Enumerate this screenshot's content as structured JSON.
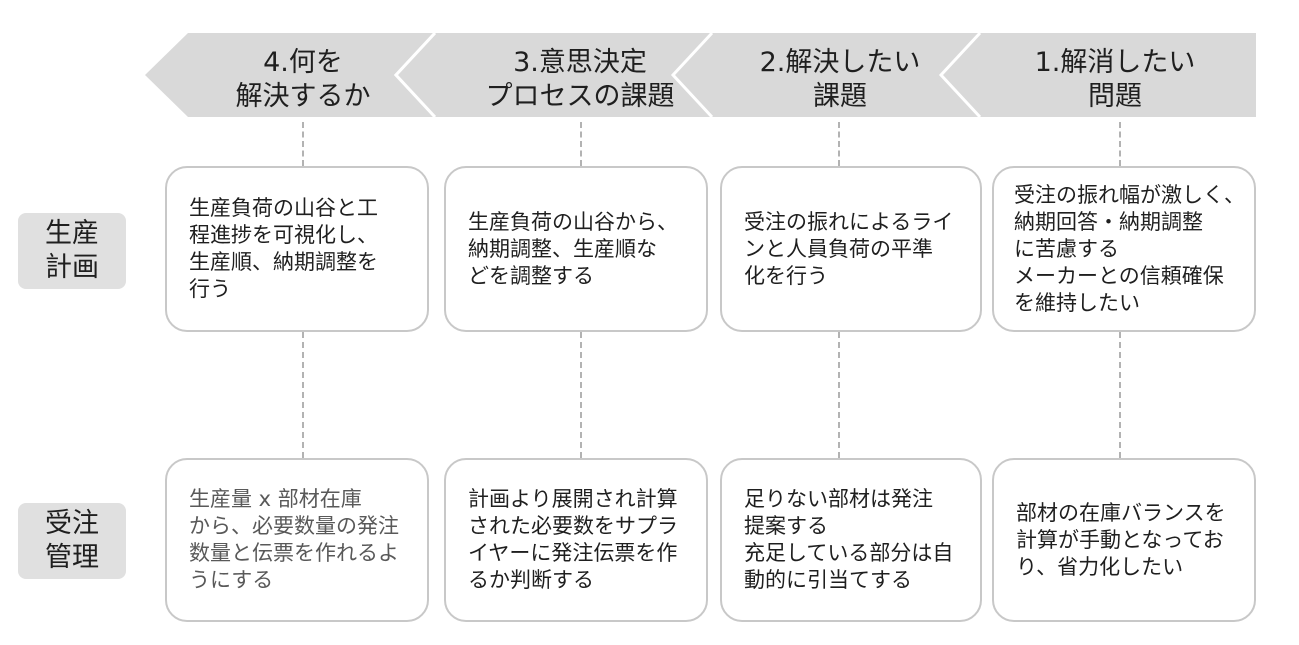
{
  "columns": [
    {
      "line1": "4.何を",
      "line2": "解決するか"
    },
    {
      "line1": "3.意思決定",
      "line2": "プロセスの課題"
    },
    {
      "line1": "2.解決したい",
      "line2": "課題"
    },
    {
      "line1": "1.解消したい",
      "line2": "問題"
    }
  ],
  "rows": [
    {
      "label": "生産\n計画",
      "cards": [
        "生産負荷の山谷と工\n程進捗を可視化し、\n生産順、納期調整を\n行う",
        "生産負荷の山谷から、\n納期調整、生産順な\nどを調整する",
        "受注の振れによるライ\nンと人員負荷の平準\n化を行う",
        "受注の振れ幅が激しく、\n納期回答・納期調整\nに苦慮する\nメーカーとの信頼確保\nを維持したい"
      ]
    },
    {
      "label": "受注\n管理",
      "cards": [
        "生産量 x 部材在庫\nから、必要数量の発注\n数量と伝票を作れるよ\nうにする",
        "計画より展開され計算\nされた必要数をサプラ\nイヤーに発注伝票を作\nるか判断する",
        "足りない部材は発注\n提案する\n充足している部分は自\n動的に引当てする",
        "部材の在庫バランスを\n計算が手動となってお\nり、省力化したい"
      ]
    }
  ],
  "colors": {
    "arrow_fill": "#d9d9d9",
    "arrow_gap": "#ffffff",
    "card_border": "#c8c8c8",
    "label_bg": "#e0e0e0",
    "dash": "#b3b3b3"
  }
}
